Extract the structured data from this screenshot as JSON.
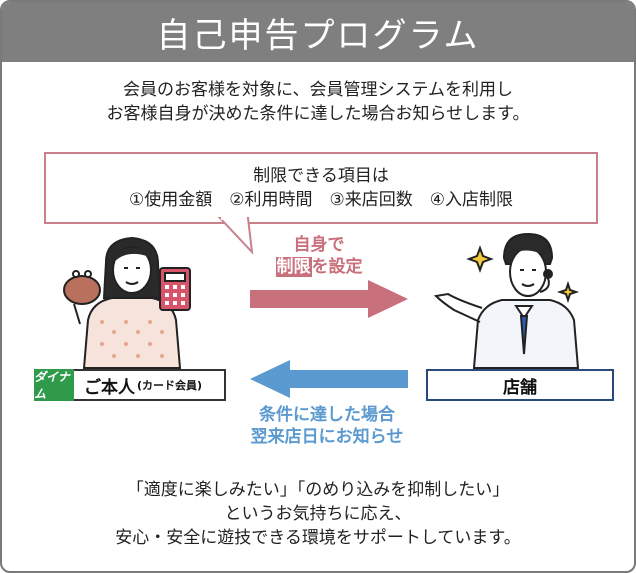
{
  "header": {
    "title": "自己申告プログラム"
  },
  "intro": {
    "line1": "会員のお客様を対象に、会員管理システムを利用し",
    "line2": "お客様自身が決めた条件に達した場合お知らせします。"
  },
  "bubble": {
    "line1": "制限できる項目は",
    "line2": "①使用金額　②利用時間　③来店回数　④入店制限"
  },
  "flow_right": {
    "line1": "自身で",
    "highlight": "制限",
    "rest": "を設定"
  },
  "flow_left": {
    "line1": "条件に達した場合",
    "line2": "翌来店日にお知らせ"
  },
  "self_box": {
    "logo": "ダイナム",
    "label": "ご本人",
    "sub": "(カード会員)"
  },
  "store_box": {
    "label": "店舗"
  },
  "outro": {
    "line1": "「適度に楽しみたい」「のめり込みを抑制したい」",
    "line2": "というお気持ちに応え、",
    "line3": "安心・安全に遊技できる環境をサポートしています。"
  },
  "colors": {
    "header": "#7f7f7f",
    "pink": "#c8707b",
    "blue": "#5b9ad0",
    "green": "#2f9a4a",
    "navy": "#2b4a7c"
  }
}
